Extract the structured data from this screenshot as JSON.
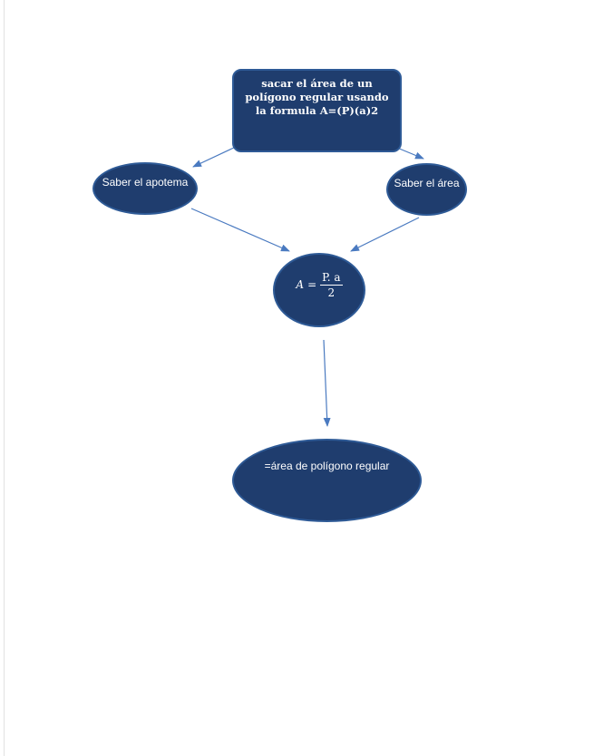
{
  "diagram": {
    "title_box": "sacar el área de un polígono regular usando la formula A=(P)(a)2",
    "left_node": "Saber el apotema",
    "right_node": "Saber el área",
    "formula": {
      "lhs": "A",
      "eq": "=",
      "numerator": "P. a",
      "denominator": "2"
    },
    "result_node": "=área de polígono regular"
  },
  "colors": {
    "node_fill": "#1f3d6e",
    "node_border": "#2e5a96",
    "arrow": "#4a7ac0"
  }
}
